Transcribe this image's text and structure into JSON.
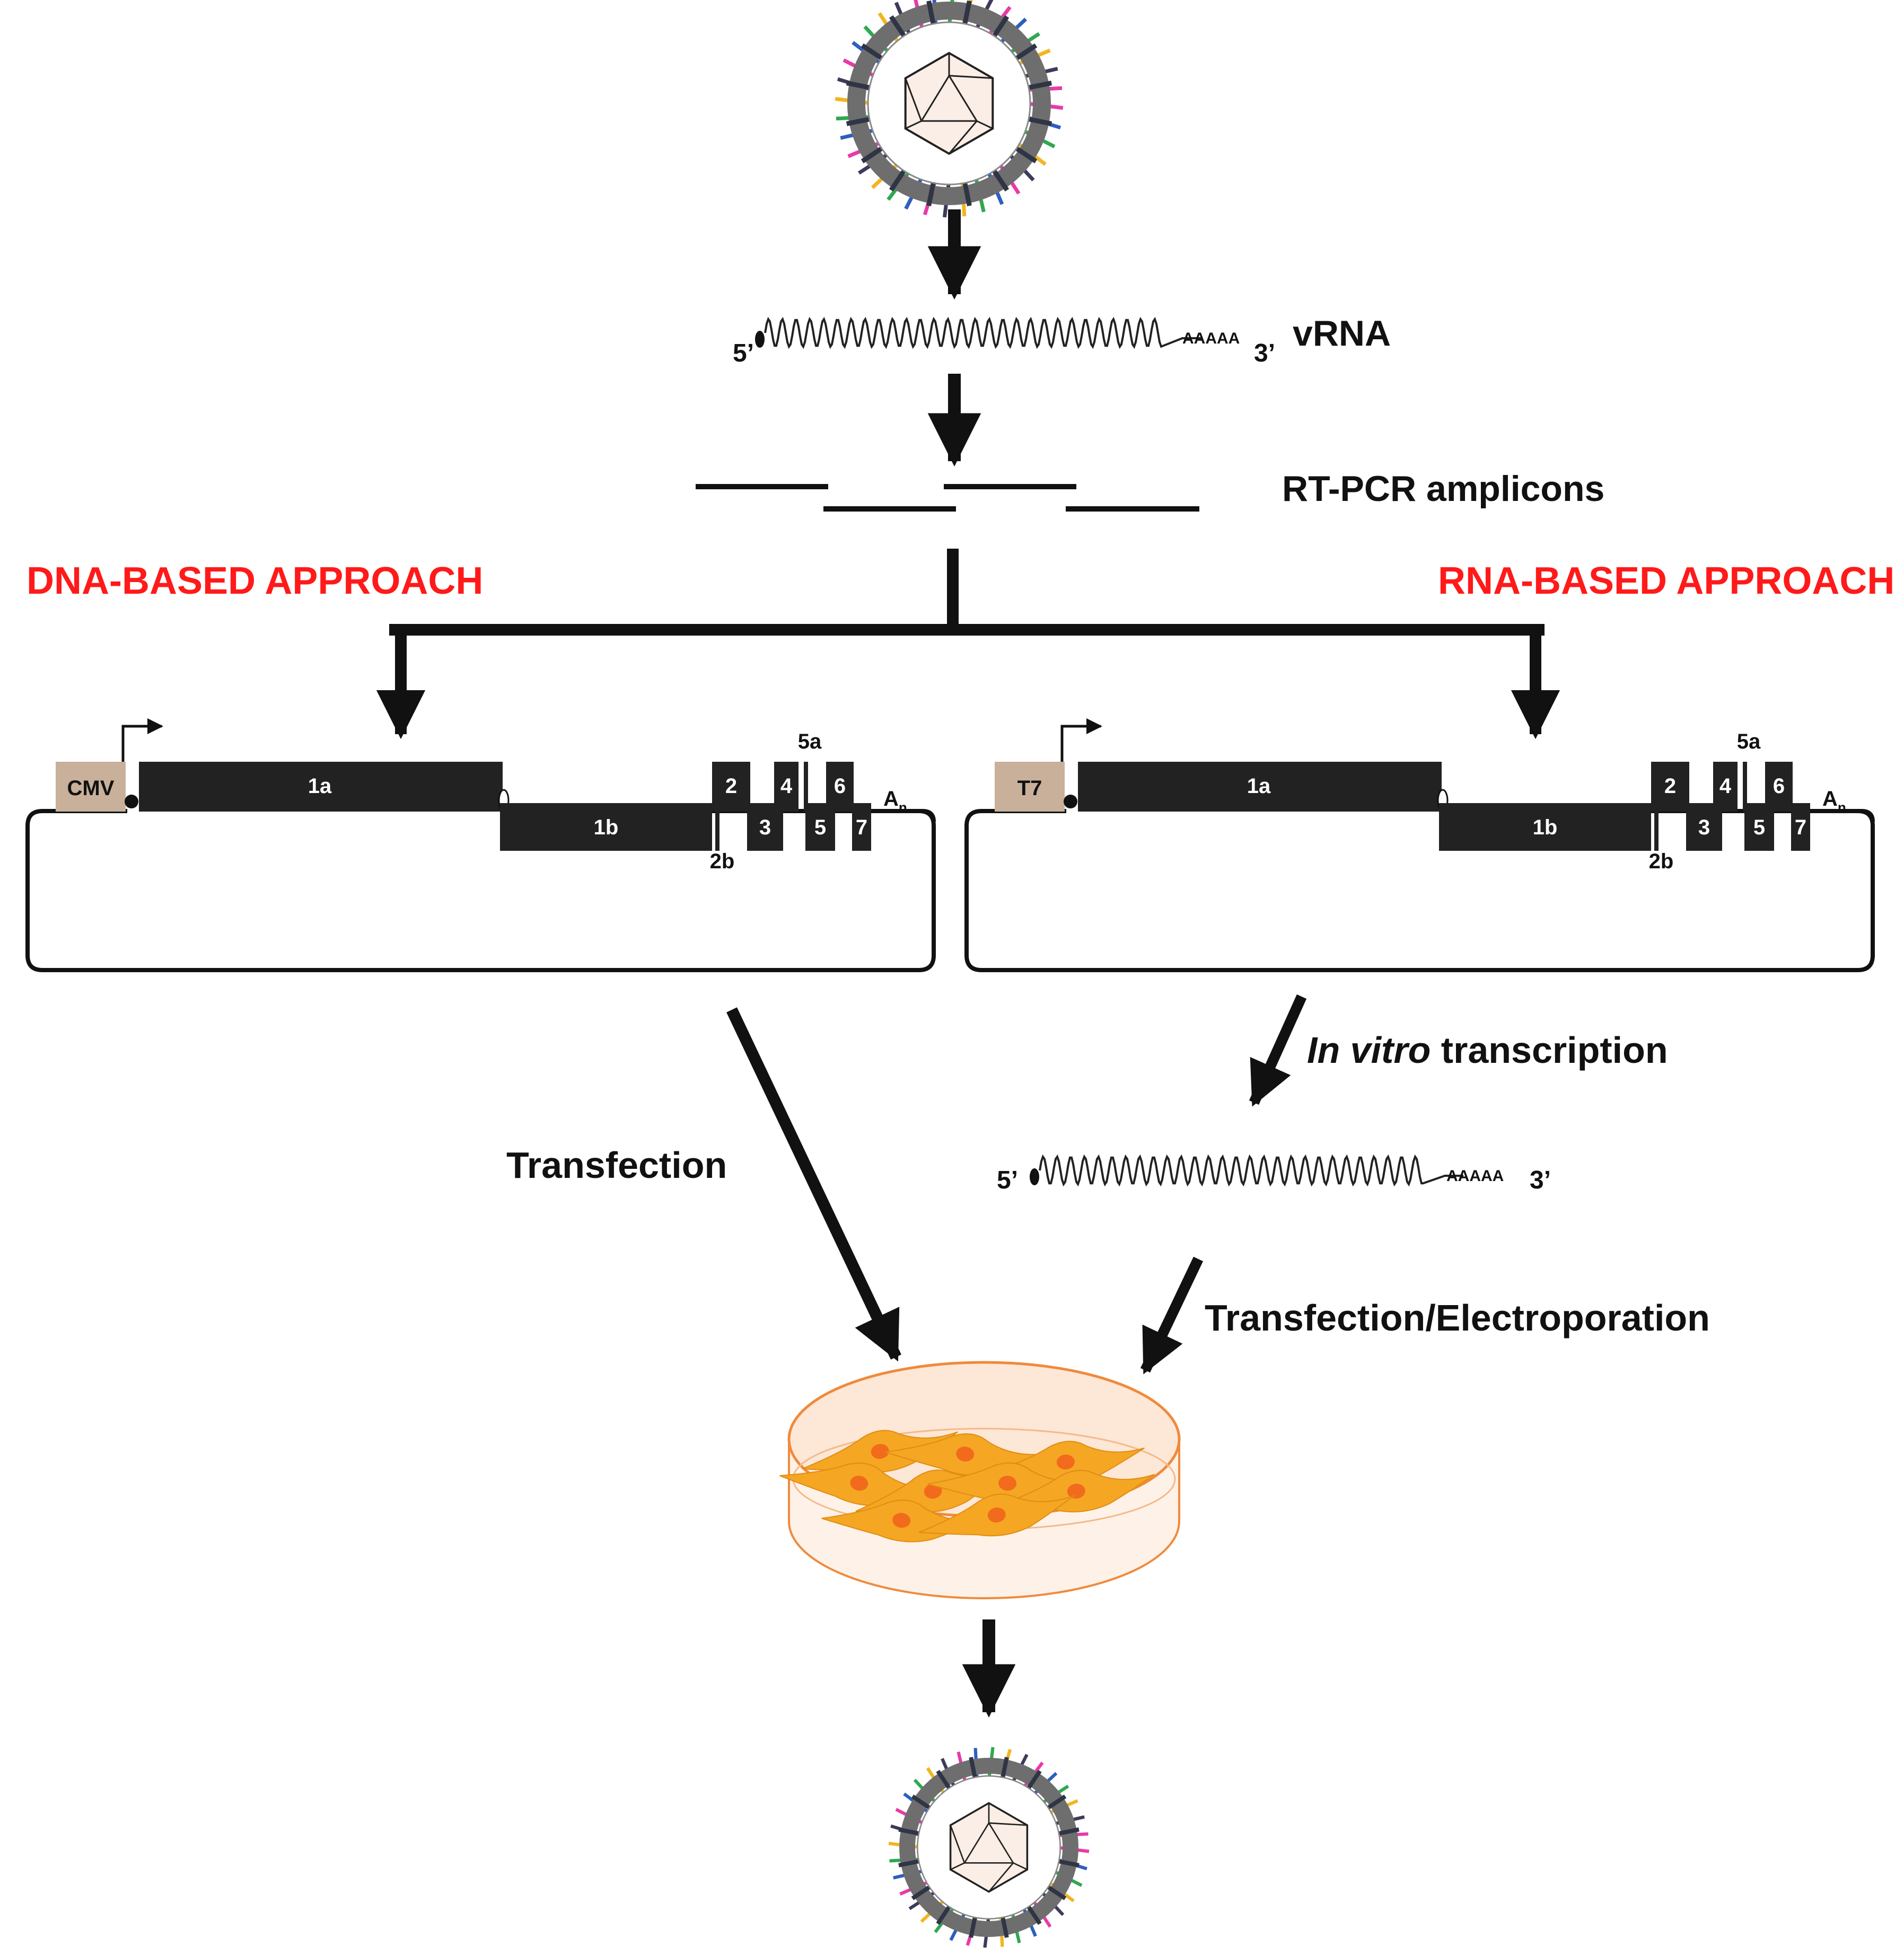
{
  "labels": {
    "vrna": "vRNA",
    "five_prime": "5’",
    "three_prime": "3’",
    "polya": "AAAAA",
    "amplicons": "RT-PCR amplicons",
    "dna_approach": "DNA-BASED APPROACH",
    "rna_approach": "RNA-BASED APPROACH",
    "ivt_italic": "In vitro",
    "ivt_rest": " transcription",
    "transfection": "Transfection",
    "transfection_electro": "Transfection/Electroporation"
  },
  "plasmids": {
    "dna": {
      "promoter": "CMV"
    },
    "rna": {
      "promoter": "T7"
    }
  },
  "genes": {
    "g1a": "1a",
    "g1b": "1b",
    "g2": "2",
    "g2b": "2b",
    "g3": "3",
    "g4": "4",
    "g5a": "5a",
    "g5": "5",
    "g6": "6",
    "g7": "7",
    "an_main": "A",
    "an_sub": "n"
  },
  "colors": {
    "text": "#111111",
    "approach_title": "#ff1a1a",
    "gene_block": "#222222",
    "promoter_fill": "#c9b09a",
    "cell": "#f5a623",
    "nucleus": "#f26b1d",
    "dish_fill": "#fde7d6",
    "dish_rim": "#f08a3c",
    "virion_membrane": "#6e6e6e",
    "capsid_fill": "#fbeee6"
  }
}
